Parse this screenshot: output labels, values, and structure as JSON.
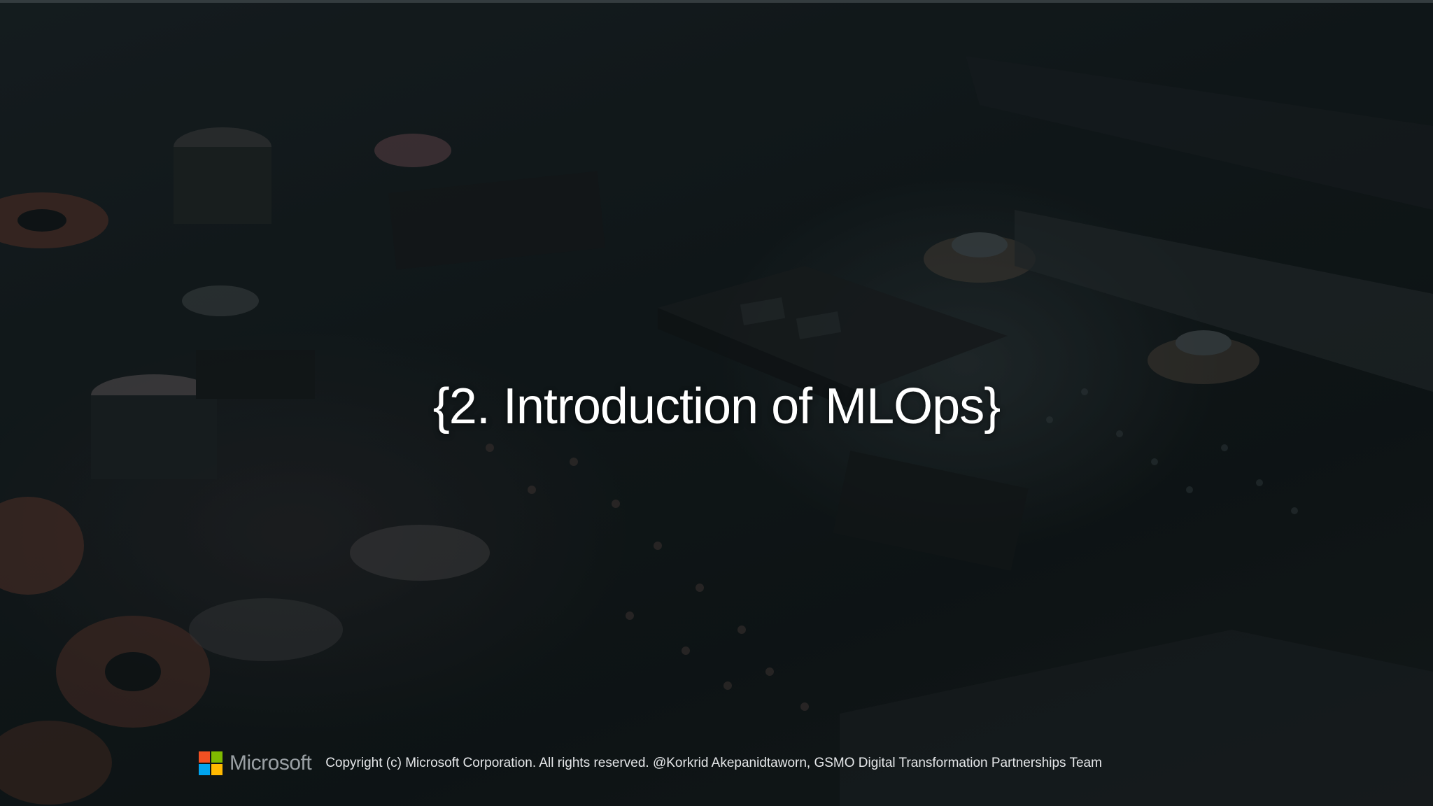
{
  "slide": {
    "title": "{2. Introduction of MLOps}"
  },
  "footer": {
    "brand": "Microsoft",
    "copyright": "Copyright (c) Microsoft Corporation. All rights reserved. @Korkrid Akepanidtaworn, GSMO Digital Transformation Partnerships Team"
  },
  "colors": {
    "title_text": "#ffffff",
    "logo_red": "#f25022",
    "logo_green": "#7fba00",
    "logo_blue": "#00a4ef",
    "logo_yellow": "#ffb900"
  }
}
